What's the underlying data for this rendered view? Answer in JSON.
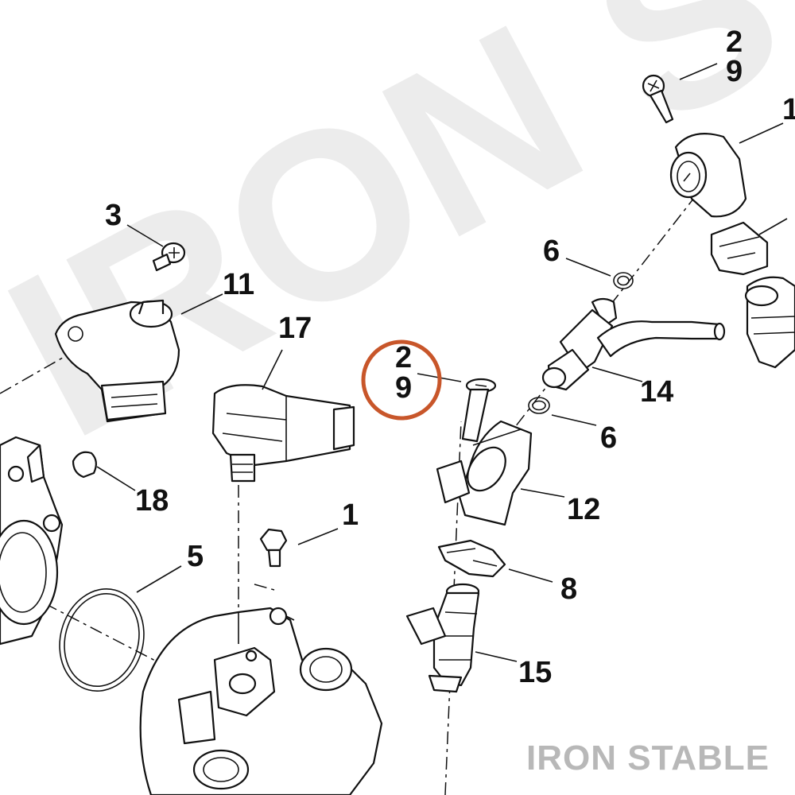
{
  "diagram": {
    "watermark_text": "IRON STABLE",
    "highlight_color": "#c8562a",
    "callouts": {
      "c2_top": "2",
      "c9_top": "9",
      "c1_top_right": "1",
      "c3": "3",
      "c11": "11",
      "c17": "17",
      "c2_mid": "2",
      "c9_mid": "9",
      "c6_upper": "6",
      "c14": "14",
      "c6_lower": "6",
      "c12": "12",
      "c18": "18",
      "c1_mid": "1",
      "c5": "5",
      "c8": "8",
      "c15": "15"
    },
    "highlighted_callout": "2 / 9"
  }
}
